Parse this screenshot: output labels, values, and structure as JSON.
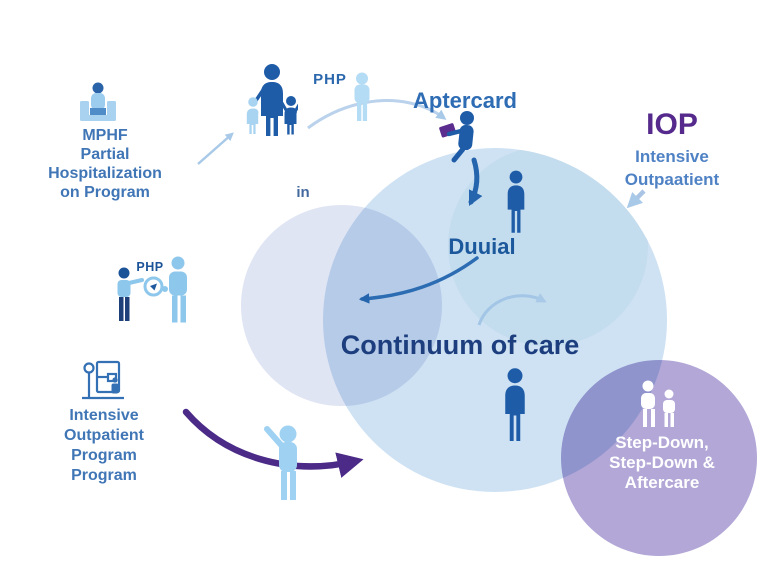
{
  "title": "Continuum of care",
  "nodes": {
    "mphf": {
      "abbr": "MPHF",
      "line1": "Partial",
      "line2": "Hospitalization",
      "line3": "on Program"
    },
    "php_top": {
      "label": "PHP"
    },
    "aptercard": {
      "label": "Aptercard"
    },
    "iop": {
      "abbr": "IOP",
      "line1": "Intensive",
      "line2": "Outpaatient"
    },
    "in_label": {
      "label": "in"
    },
    "duuial": {
      "label": "Duuial"
    },
    "php_mid": {
      "label": "PHP"
    },
    "iop_program": {
      "line1": "Intensive",
      "line2": "Outpatient",
      "line3": "Program",
      "line4": "Program"
    },
    "step_down": {
      "line1": "Step-Down,",
      "line2": "Step-Down &",
      "line3": "Aftercare"
    }
  },
  "icons": {
    "mphf-chair-icon": "person seated in chair pictogram",
    "family-icon": "adult with two children pictogram",
    "php-person-icon": "light blue standing person",
    "aptercard-person-icon": "person holding purple card, morphing into down arrow",
    "dual-person-icon": "dark blue standing person",
    "continuum-person-icon": "dark blue standing person",
    "php-handoff-icon": "two people with circular badge between them",
    "doorway-icon": "line-art doorway with signpost and small person",
    "waving-person-icon": "light blue waving person",
    "group-icon": "white group of people",
    "up-right-arrow": "light blue arrow",
    "swoosh-arrow": "long light blue curve arrow",
    "down-arrow": "dark blue curved down arrow",
    "left-curve-arrow": "dark blue curve to lower left",
    "right-curve-arrow": "light blue curve to lower right",
    "iop-arrow": "light blue short arrow down-left",
    "purple-step-arrow": "large purple curved arrow"
  },
  "colors": {
    "circle_big": "#cfe2f3",
    "circle_inner": "#c3dcee",
    "circle_left": "#e0e5f4",
    "circle_purple": "#b2a7d7",
    "title_text": "#1d3e7e",
    "blue_text": "#4076b6",
    "accent_blue": "#2e6cb4",
    "purple_text": "#552a8c",
    "person_dark": "#1f5ca8",
    "person_light": "#9fd2f2",
    "arrow_purple": "#4b2b87",
    "arrow_light": "#a9c9e8",
    "white_text": "#ffffff"
  }
}
